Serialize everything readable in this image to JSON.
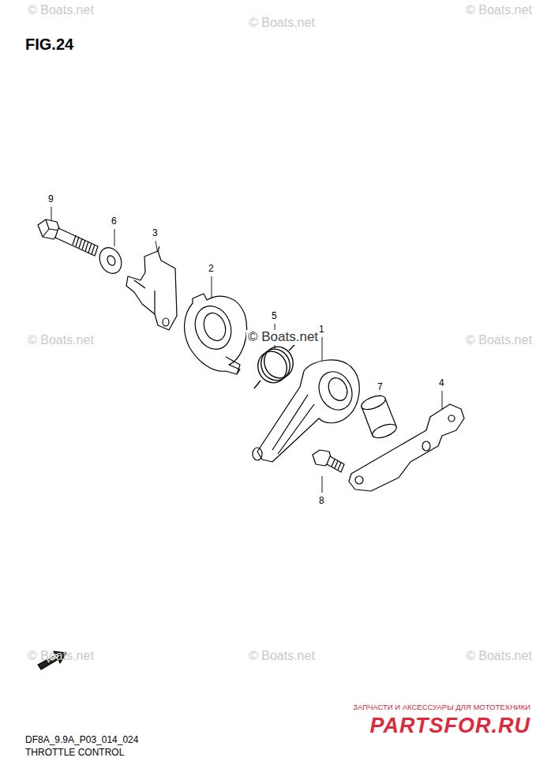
{
  "diagram": {
    "title": "FIG.24",
    "labels": [
      "© Boats.net",
      "© Boats.net",
      "© Boats.net",
      "9",
      "6",
      "3",
      "2",
      "5",
      "© Boats.net",
      "1",
      "© Boats.net",
      "© Boats.net",
      "7",
      "4",
      "8",
      "© Boats.net",
      "© Boats.net",
      "© Boats.net",
      "FWD",
      "ЗАПЧАСТИ И АКСЕССУАРЫ ДЛЯ МОТОТЕХНИКИ",
      "PARTSFOR.RU",
      "DF8A_9.9A_P03_014_024",
      "THROTTLE CONTROL"
    ]
  }
}
